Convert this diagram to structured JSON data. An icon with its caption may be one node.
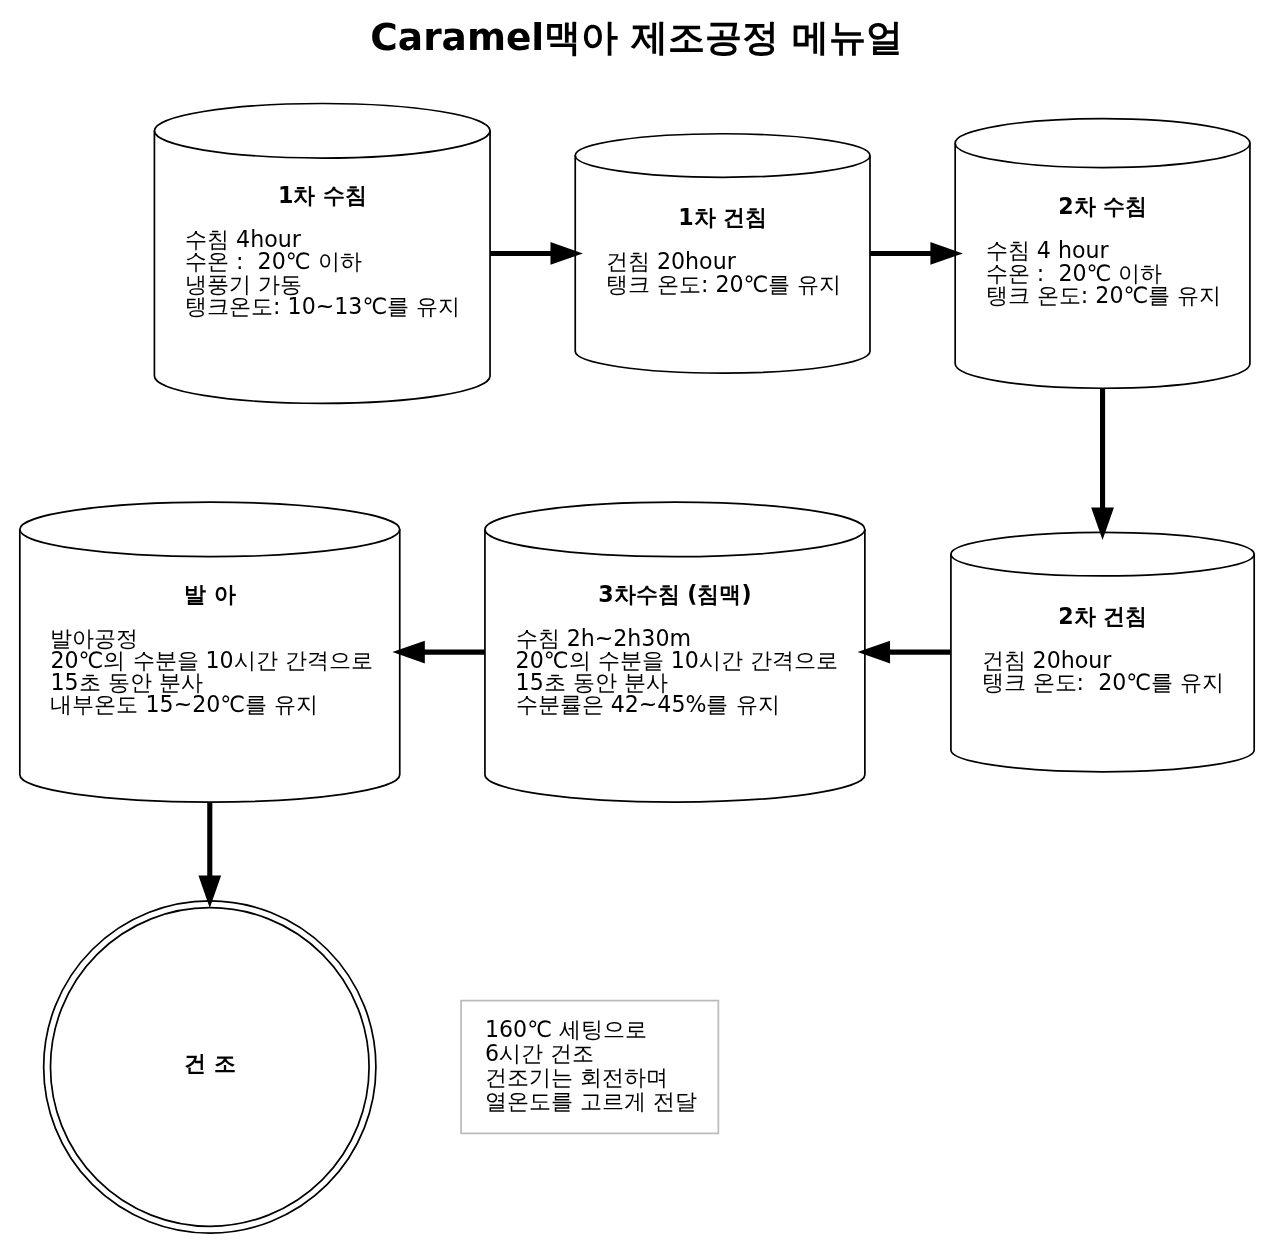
{
  "diagram": {
    "title": "Caramel맥아 제조공정 메뉴얼",
    "nodes": [
      {
        "text": [
          "1차 수침",
          "수침 4hour",
          "수온 :  20℃ 이하",
          "냉풍기 가동",
          "탱크온도: 10~13℃를 유지"
        ]
      },
      {
        "text": [
          "1차 건침",
          "건침 20hour",
          "탱크 온도: 20℃를 유지"
        ]
      },
      {
        "text": [
          "2차 수침",
          "수침 4 hour",
          "수온 :  20℃ 이하",
          "탱크 온도: 20℃를 유지"
        ]
      },
      {
        "text": [
          "발 아",
          "발아공정",
          "20℃의 수분을 10시간 간격으로",
          "15초 동안 분사",
          "내부온도 15~20℃를 유지"
        ]
      },
      {
        "text": [
          "3차수침 (침맥)",
          "수침 2h~2h30m",
          "20℃의 수분을 10시간 간격으로",
          "15초 동안 분사",
          "수분률은 42~45%를 유지"
        ]
      },
      {
        "text": [
          "2차 건침",
          "건침 20hour",
          "탱크 온도:  20℃를 유지"
        ]
      },
      {
        "text": [
          "건 조"
        ]
      },
      {
        "text": [
          "160℃ 세팅으로",
          "6시간 건조",
          "건조기는 회전하며",
          "열온도를 고르게 전달"
        ]
      }
    ],
    "edges": [
      {
        "from": 0,
        "to": 1,
        "arrow": "to"
      },
      {
        "from": 1,
        "to": 2,
        "arrow": "to"
      },
      {
        "from": 2,
        "to": 5,
        "arrow": "to"
      },
      {
        "from": 5,
        "to": 4,
        "arrow": "to"
      },
      {
        "from": 4,
        "to": 3,
        "arrow": "to"
      },
      {
        "from": 3,
        "to": 6,
        "arrow": "to"
      }
    ]
  }
}
